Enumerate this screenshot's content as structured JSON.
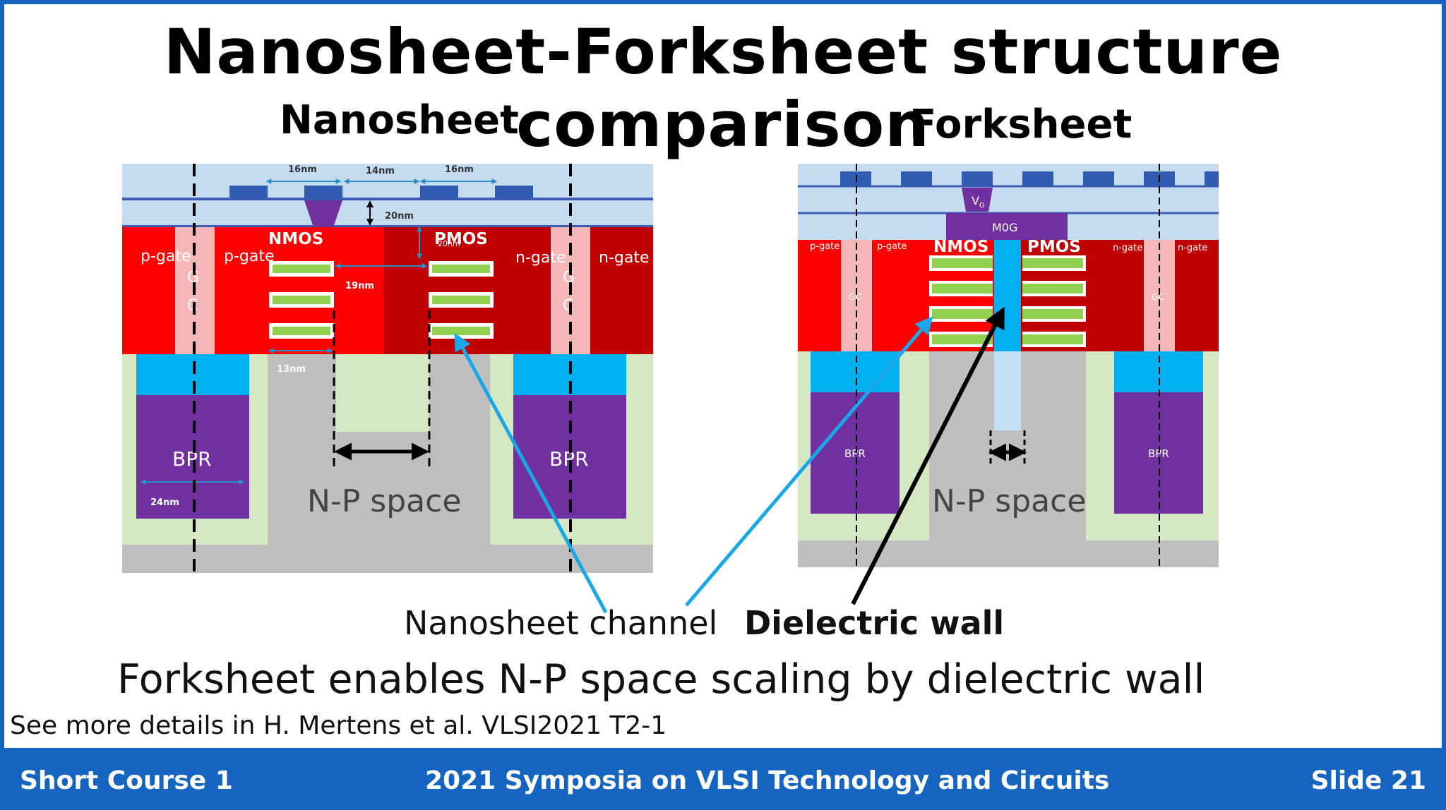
{
  "slide": {
    "title": "Nanosheet-Forksheet structure comparison",
    "nanosheet_label": "Nanosheet",
    "forksheet_label": "Forksheet",
    "statement": "Forksheet enables N-P space scaling by dielectric wall",
    "reference": "See more details in H. Mertens et al. VLSI2021 T2-1"
  },
  "nanosheet_diagram": {
    "dim_16nm_left": "16nm",
    "dim_14nm": "14nm",
    "dim_16nm_right": "16nm",
    "dim_20nm": "20nm",
    "dim_20nm_inner": "20nm",
    "dim_19nm": "19nm",
    "dim_13nm": "13nm",
    "dim_24nm": "24nm",
    "nmos": "NMOS",
    "pmos": "PMOS",
    "pgate_outer": "p-gate",
    "pgate_inner": "p-gate",
    "ngate_inner": "n-gate",
    "ngate_outer": "n-gate",
    "gc_g": "G",
    "gc_c": "C",
    "bpr_left": "BPR",
    "bpr_right": "BPR",
    "np_space": "N-P space"
  },
  "forksheet_diagram": {
    "vg": "V",
    "vg_sub": "G",
    "m0g": "M0G",
    "nmos": "NMOS",
    "pmos": "PMOS",
    "pgate_outer": "p-gate",
    "pgate_inner": "p-gate",
    "ngate_inner": "n-gate",
    "ngate_outer": "n-gate",
    "gc": "GC",
    "bpr_left": "BPR",
    "bpr_right": "BPR",
    "np_space": "N-P space"
  },
  "captions": {
    "nanosheet_channel": "Nanosheet channel",
    "dielectric_wall": "Dielectric wall"
  },
  "footer": {
    "left": "Short Course 1",
    "center": "2021 Symposia on VLSI Technology and Circuits",
    "right": "Slide 21"
  },
  "colors": {
    "brand_blue": "#1565c0",
    "gate_red": "#ff0000",
    "gate_dark_red": "#c00000",
    "bpr_purple": "#7030a0",
    "sti_cyan": "#00b0f0",
    "sheet_green": "#92d050",
    "substrate_gray": "#bfbfbf",
    "oxide_green": "#d5e8c4",
    "beol_blue": "#c5dcf0",
    "arrow_cyan": "#1aa7e8"
  }
}
